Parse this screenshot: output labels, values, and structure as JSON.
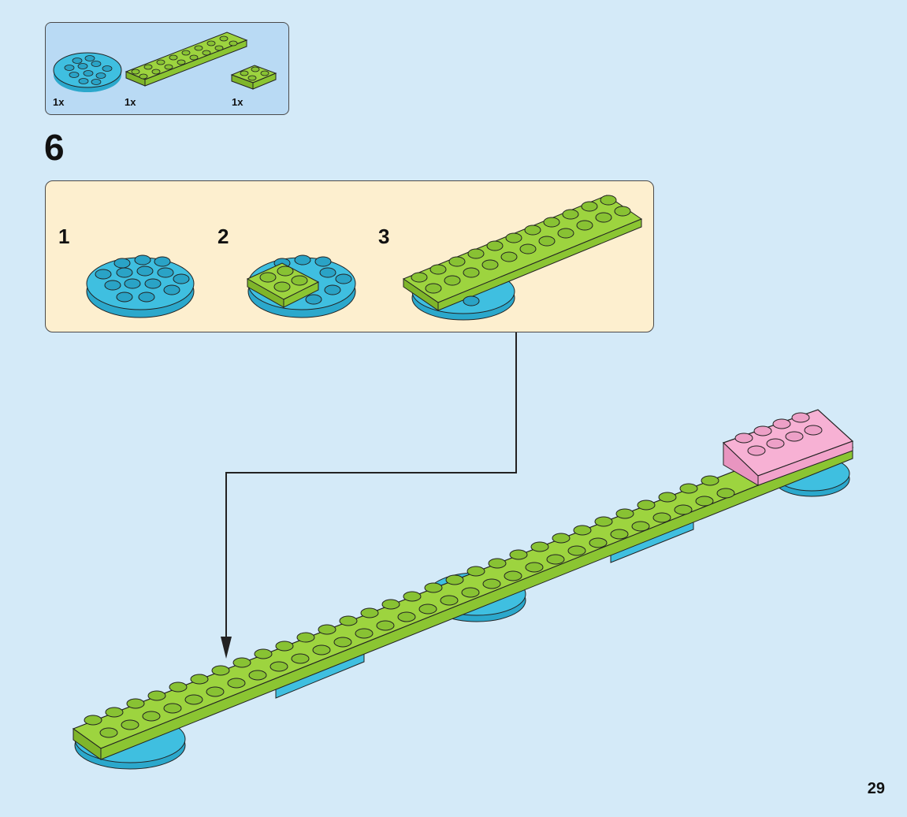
{
  "parts_list": [
    {
      "qty": "1x",
      "part": "round-plate",
      "color": "#3fbfe0"
    },
    {
      "qty": "1x",
      "part": "long-plate",
      "color": "#9dd43f"
    },
    {
      "qty": "1x",
      "part": "small-plate",
      "color": "#9dd43f"
    }
  ],
  "step": {
    "number": "6"
  },
  "substeps": [
    {
      "label": "1"
    },
    {
      "label": "2"
    },
    {
      "label": "3"
    }
  ],
  "page": {
    "number": "29"
  },
  "colors": {
    "azure": "#3fbfe0",
    "lime": "#9dd43f",
    "pink": "#f7b1d4",
    "background": "#d4eaf8",
    "substep_box": "#fdefcf",
    "parts_box": "#b9daf4"
  }
}
